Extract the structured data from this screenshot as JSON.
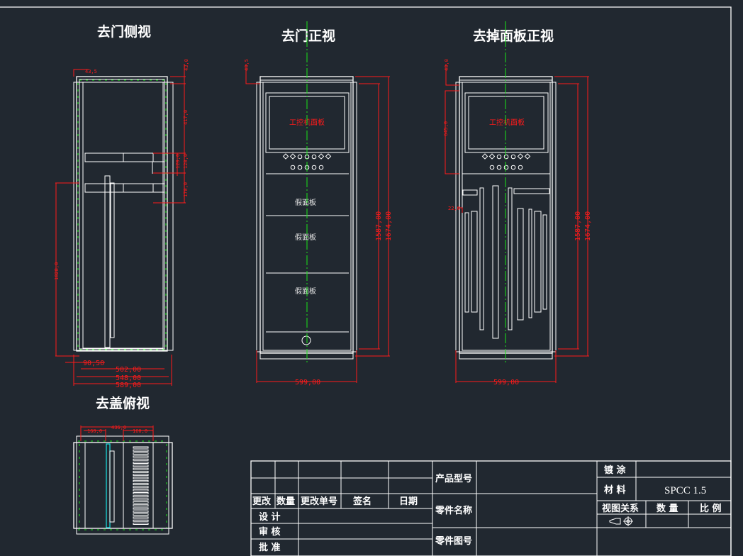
{
  "drawing": {
    "background_color": "#212830",
    "colors": {
      "outline": "#ffffff",
      "dimension": "#ff1a1a",
      "centerline": "#19e619",
      "highlight": "#19e6e6"
    },
    "views": {
      "side": {
        "title": "去门侧视",
        "dims": {
          "top_offset": "43,5",
          "top_h": "43,0",
          "h1": "417,0",
          "h2a": "120,0",
          "h2b": "120,0",
          "h3": "170,0",
          "tall": "1028,0",
          "w1": "90,50",
          "w2": "502,00",
          "w3": "548,00",
          "w4": "589,00"
        }
      },
      "front": {
        "title": "去门正视",
        "panel_label": "工控机面板",
        "blank_panels": [
          "假面板",
          "假面板",
          "假面板"
        ],
        "dims": {
          "top": "43,5",
          "h_inner": "1587,00",
          "h_outer": "1674,00",
          "width": "599,00"
        }
      },
      "front_open": {
        "title": "去掉面板正视",
        "panel_label": "工控机面板",
        "dims": {
          "top": "43,0",
          "panel_h": "645,0",
          "offset": "22,0",
          "h_inner": "1587,00",
          "h_outer": "1674,00",
          "width": "599,00"
        }
      },
      "top": {
        "title": "去盖俯视",
        "dims": {
          "overall": "436,0",
          "left": "160,0",
          "right": "160,0"
        }
      }
    },
    "title_block": {
      "revision_headers": [
        "更改",
        "数量",
        "更改单号",
        "签名",
        "日期"
      ],
      "roles": [
        {
          "label": "设 计",
          "value": ""
        },
        {
          "label": "审 核",
          "value": ""
        },
        {
          "label": "批 准",
          "value": ""
        }
      ],
      "product_model_label": "产品型号",
      "product_model_value": "",
      "part_name_label": "零件名称",
      "part_name_value": "",
      "part_drawing_label": "零件图号",
      "part_drawing_value": "",
      "coating_label": "镀 涂",
      "coating_value": "",
      "material_label": "材 料",
      "material_value": "SPCC 1.5",
      "view_relation_label": "视图关系",
      "quantity_label": "数 量",
      "scale_label": "比 例",
      "view_relation_icon": "first-angle-projection-icon",
      "quantity_value": "",
      "scale_value": ""
    }
  }
}
